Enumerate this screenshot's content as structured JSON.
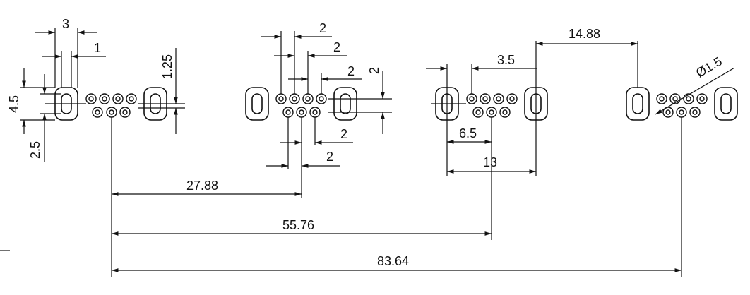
{
  "drawing": {
    "dimensions": {
      "d3": "3",
      "d1": "1",
      "d2a": "2",
      "d2b": "2",
      "d2c": "2",
      "d2v": "2",
      "d2d": "2",
      "d2e": "2",
      "d4_5": "4.5",
      "d2_5": "2.5",
      "d1_25": "1.25",
      "d14_88": "14.88",
      "d3_5": "3.5",
      "d6_5": "6.5",
      "d13": "13",
      "dia": "Ø1.5",
      "d27_88": "27.88",
      "d55_76": "55.76",
      "d83_64": "83.64"
    }
  }
}
